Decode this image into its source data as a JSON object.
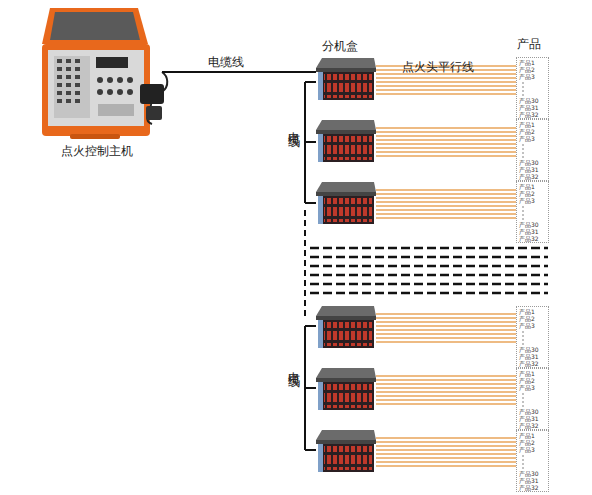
{
  "diagram": {
    "nodes": [
      {
        "text": [
          "点火控制主机"
        ]
      },
      {
        "text": [
          "产品",
          "产品1",
          "产品2",
          "产品3",
          "产品30",
          "产品31",
          "产品32"
        ]
      },
      {
        "text": [
          "产品1",
          "产品2",
          "产品3",
          "产品30",
          "产品31",
          "产品32"
        ]
      },
      {
        "text": [
          "产品1",
          "产品2",
          "产品3",
          "产品30",
          "产品31",
          "产品32"
        ]
      },
      {
        "text": [
          "产品1",
          "产品2",
          "产品3",
          "产品30",
          "产品31",
          "产品32"
        ]
      },
      {
        "text": [
          "产品1",
          "产品2",
          "产品3",
          "产品30",
          "产品31",
          "产品32"
        ]
      },
      {
        "text": [
          "产品1",
          "产品2",
          "产品3",
          "产品30",
          "产品31",
          "产品32"
        ]
      }
    ],
    "labels": [
      "电缆线",
      "分机盒",
      "点火头平行线",
      "电缆线",
      "电缆线"
    ]
  }
}
